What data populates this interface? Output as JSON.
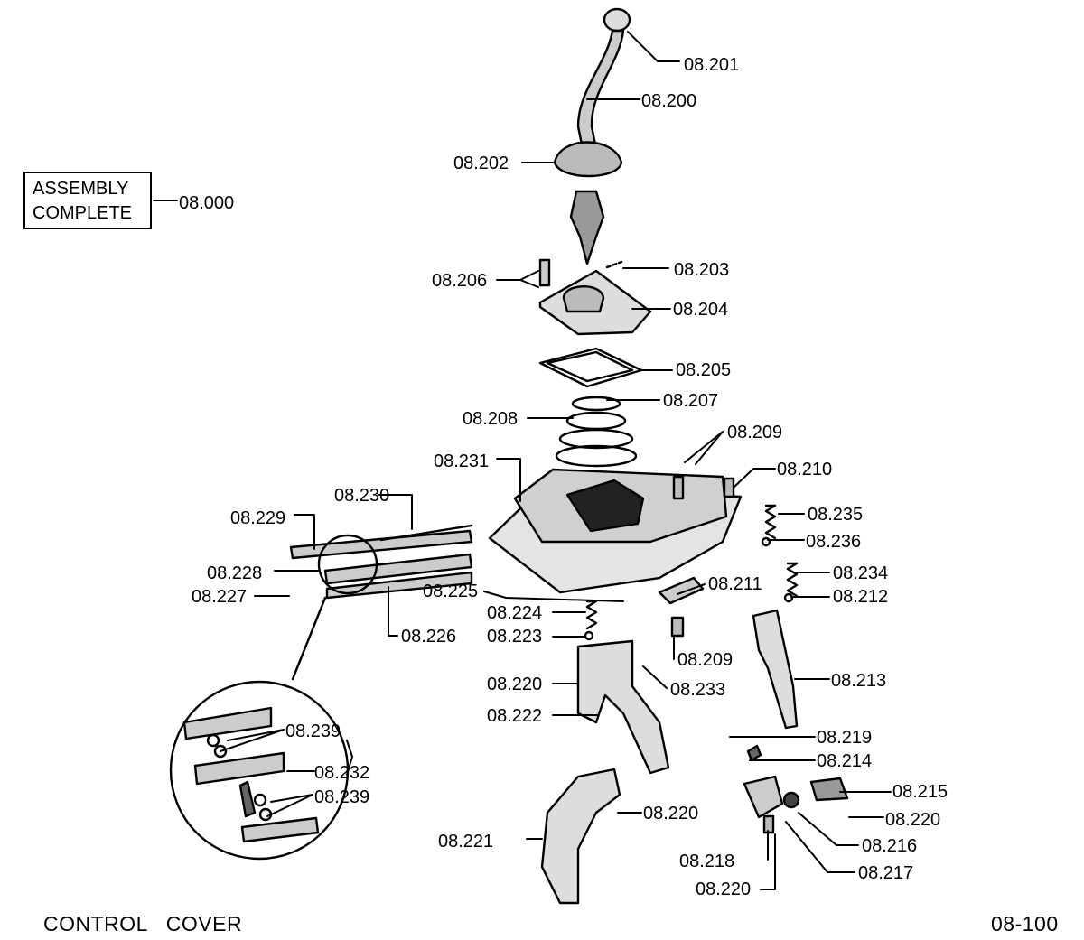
{
  "assembly_box": {
    "line1": "ASSEMBLY",
    "line2": "COMPLETE",
    "ref": "08.000"
  },
  "labels": [
    "08.201",
    "08.200",
    "08.202",
    "08.206",
    "08.203",
    "08.204",
    "08.205",
    "08.207",
    "08.208",
    "08.209",
    "08.231",
    "08.210",
    "08.230",
    "08.229",
    "08.235",
    "08.236",
    "08.228",
    "08.234",
    "08.211",
    "08.227",
    "08.225",
    "08.212",
    "08.224",
    "08.223",
    "08.226",
    "08.209",
    "08.213",
    "08.220",
    "08.233",
    "08.222",
    "08.239",
    "08.219",
    "08.214",
    "08.232",
    "08.239",
    "08.215",
    "08.220",
    "08.220",
    "08.221",
    "08.216",
    "08.218",
    "08.217",
    "08.220"
  ],
  "footer": {
    "title": "CONTROL   COVER",
    "page_code": "08-100"
  }
}
